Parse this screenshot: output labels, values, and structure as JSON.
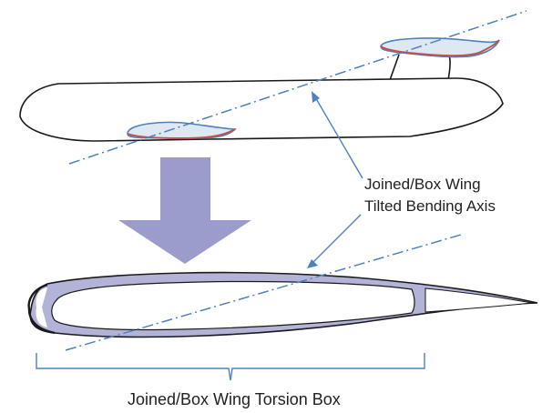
{
  "labels": {
    "axis_line1": "Joined/Box Wing",
    "axis_line2": "Tilted Bending Axis",
    "torsion_box": "Joined/Box Wing  Torsion Box"
  },
  "colors": {
    "outline": "#1a1a1a",
    "blue_line": "#4f81bd",
    "airfoil_red": "#c0504d",
    "airfoil_fill": "#dde8f3",
    "arrow_fill": "#9b9bcc",
    "box_fill": "#b3b3d8"
  }
}
